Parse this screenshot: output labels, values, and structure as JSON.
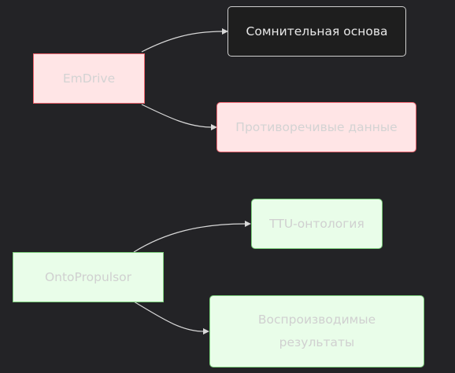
{
  "diagram": {
    "nodes": {
      "emdrive": "EmDrive",
      "doubtful_basis": "Сомнительная основа",
      "contradictory_data": "Противоречивые данные",
      "ontopropulsor": "OntoPropulsor",
      "ttu_ontology": "TTU-онтология",
      "reproducible_results_line1": "Воспроизводимые",
      "reproducible_results_line2": "результаты"
    },
    "edges": [
      {
        "from": "EmDrive",
        "to": "Сомнительная основа"
      },
      {
        "from": "EmDrive",
        "to": "Противоречивые данные"
      },
      {
        "from": "OntoPropulsor",
        "to": "TTU-онтология"
      },
      {
        "from": "OntoPropulsor",
        "to": "Воспроизводимые результаты"
      }
    ],
    "colors": {
      "background": "#232326",
      "pink_fill": "#ffe5e6",
      "pink_border": "#f0626b",
      "green_fill": "#e9fde9",
      "green_border": "#7ccf7c",
      "dark_fill": "#1e1e1e",
      "edge": "#d8d8d8"
    }
  }
}
